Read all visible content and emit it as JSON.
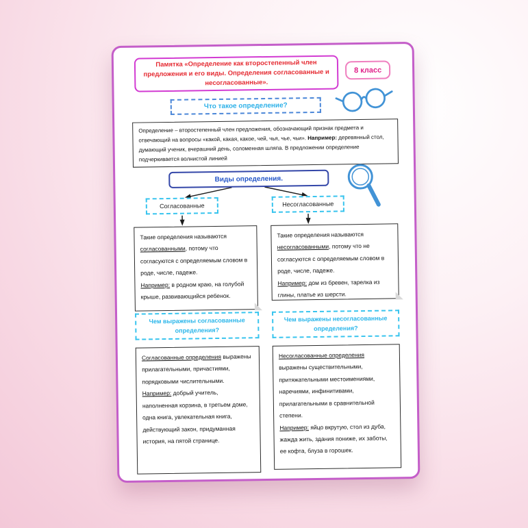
{
  "card": {
    "title": "Памятка «Определение как второстепенный член предложения и его виды. Определения согласованные и несогласованные».",
    "badge": "8 класс"
  },
  "what_is": {
    "heading": "Что такое определение?",
    "text_main": "Определение – второстепенный член предложения, обозначающий признак предмета и отвечающий на вопросы «какой, какая, какое, чей, чья, чье, чьи». ",
    "example_label": "Например:",
    "example_text": " деревянный стол, думающий ученик, вчерашний день, соломенная шляпа. В предложении определение подчеркивается волнистой линией"
  },
  "types": {
    "heading": "Виды определения.",
    "agreed_label": "Согласованные",
    "disagreed_label": "Несогласованные",
    "agreed_note": {
      "lead": "Такие определения называются ",
      "term": "согласованными",
      "rest": ", потому что согласуются с определяемым словом в роде, числе, падеже.",
      "example_label": "Например:",
      "example": " в родном краю, на голубой крыше, развивающийся ребенок."
    },
    "disagreed_note": {
      "lead": "Такие определения называются ",
      "term": "несогласованными",
      "rest": ", потому что не согласуются с определяемым словом в роде, числе, падеже.",
      "example_label": "Например:",
      "example": " дом из бревен, тарелка из глины, платье из шерсти."
    }
  },
  "expressed": {
    "agreed_heading": "Чем выражены согласованные определения?",
    "disagreed_heading": "Чем выражены несогласованные определения?",
    "agreed_note": {
      "term": "Согласованные определения",
      "rest": " выражены прилагательными, причастиями, порядковыми числительными.",
      "example_label": "Например:",
      "example": " добрый учитель, наполненная корзина, в третьем доме, одна книга, увлекательная книга, действующий закон, придуманная история, на пятой странице."
    },
    "disagreed_note": {
      "term": "Несогласованные определения",
      "rest": " выражены существительными, притяжательными местоимениями, наречиями, инфинитивами, прилагательными в сравнительной степени.",
      "example_label": "Например:",
      "example": " яйцо вкрутую, стол из дуба, жажда жить, здания пониже, их заботы, ее кофта, блуза в горошек."
    }
  },
  "icons": {
    "glasses": "glasses",
    "magnifier": "magnifying-glass",
    "arrows": "connector-arrows"
  },
  "palette": {
    "card_border": "#c45ec9",
    "title_red": "#e52b32",
    "title_border": "#d23bd2",
    "badge_pink": "#e0218a",
    "cyan_text": "#2bb6ea",
    "cyan_border": "#38c4ee",
    "blue_heading": "#2456c8",
    "icon_blue": "#4293d6"
  }
}
